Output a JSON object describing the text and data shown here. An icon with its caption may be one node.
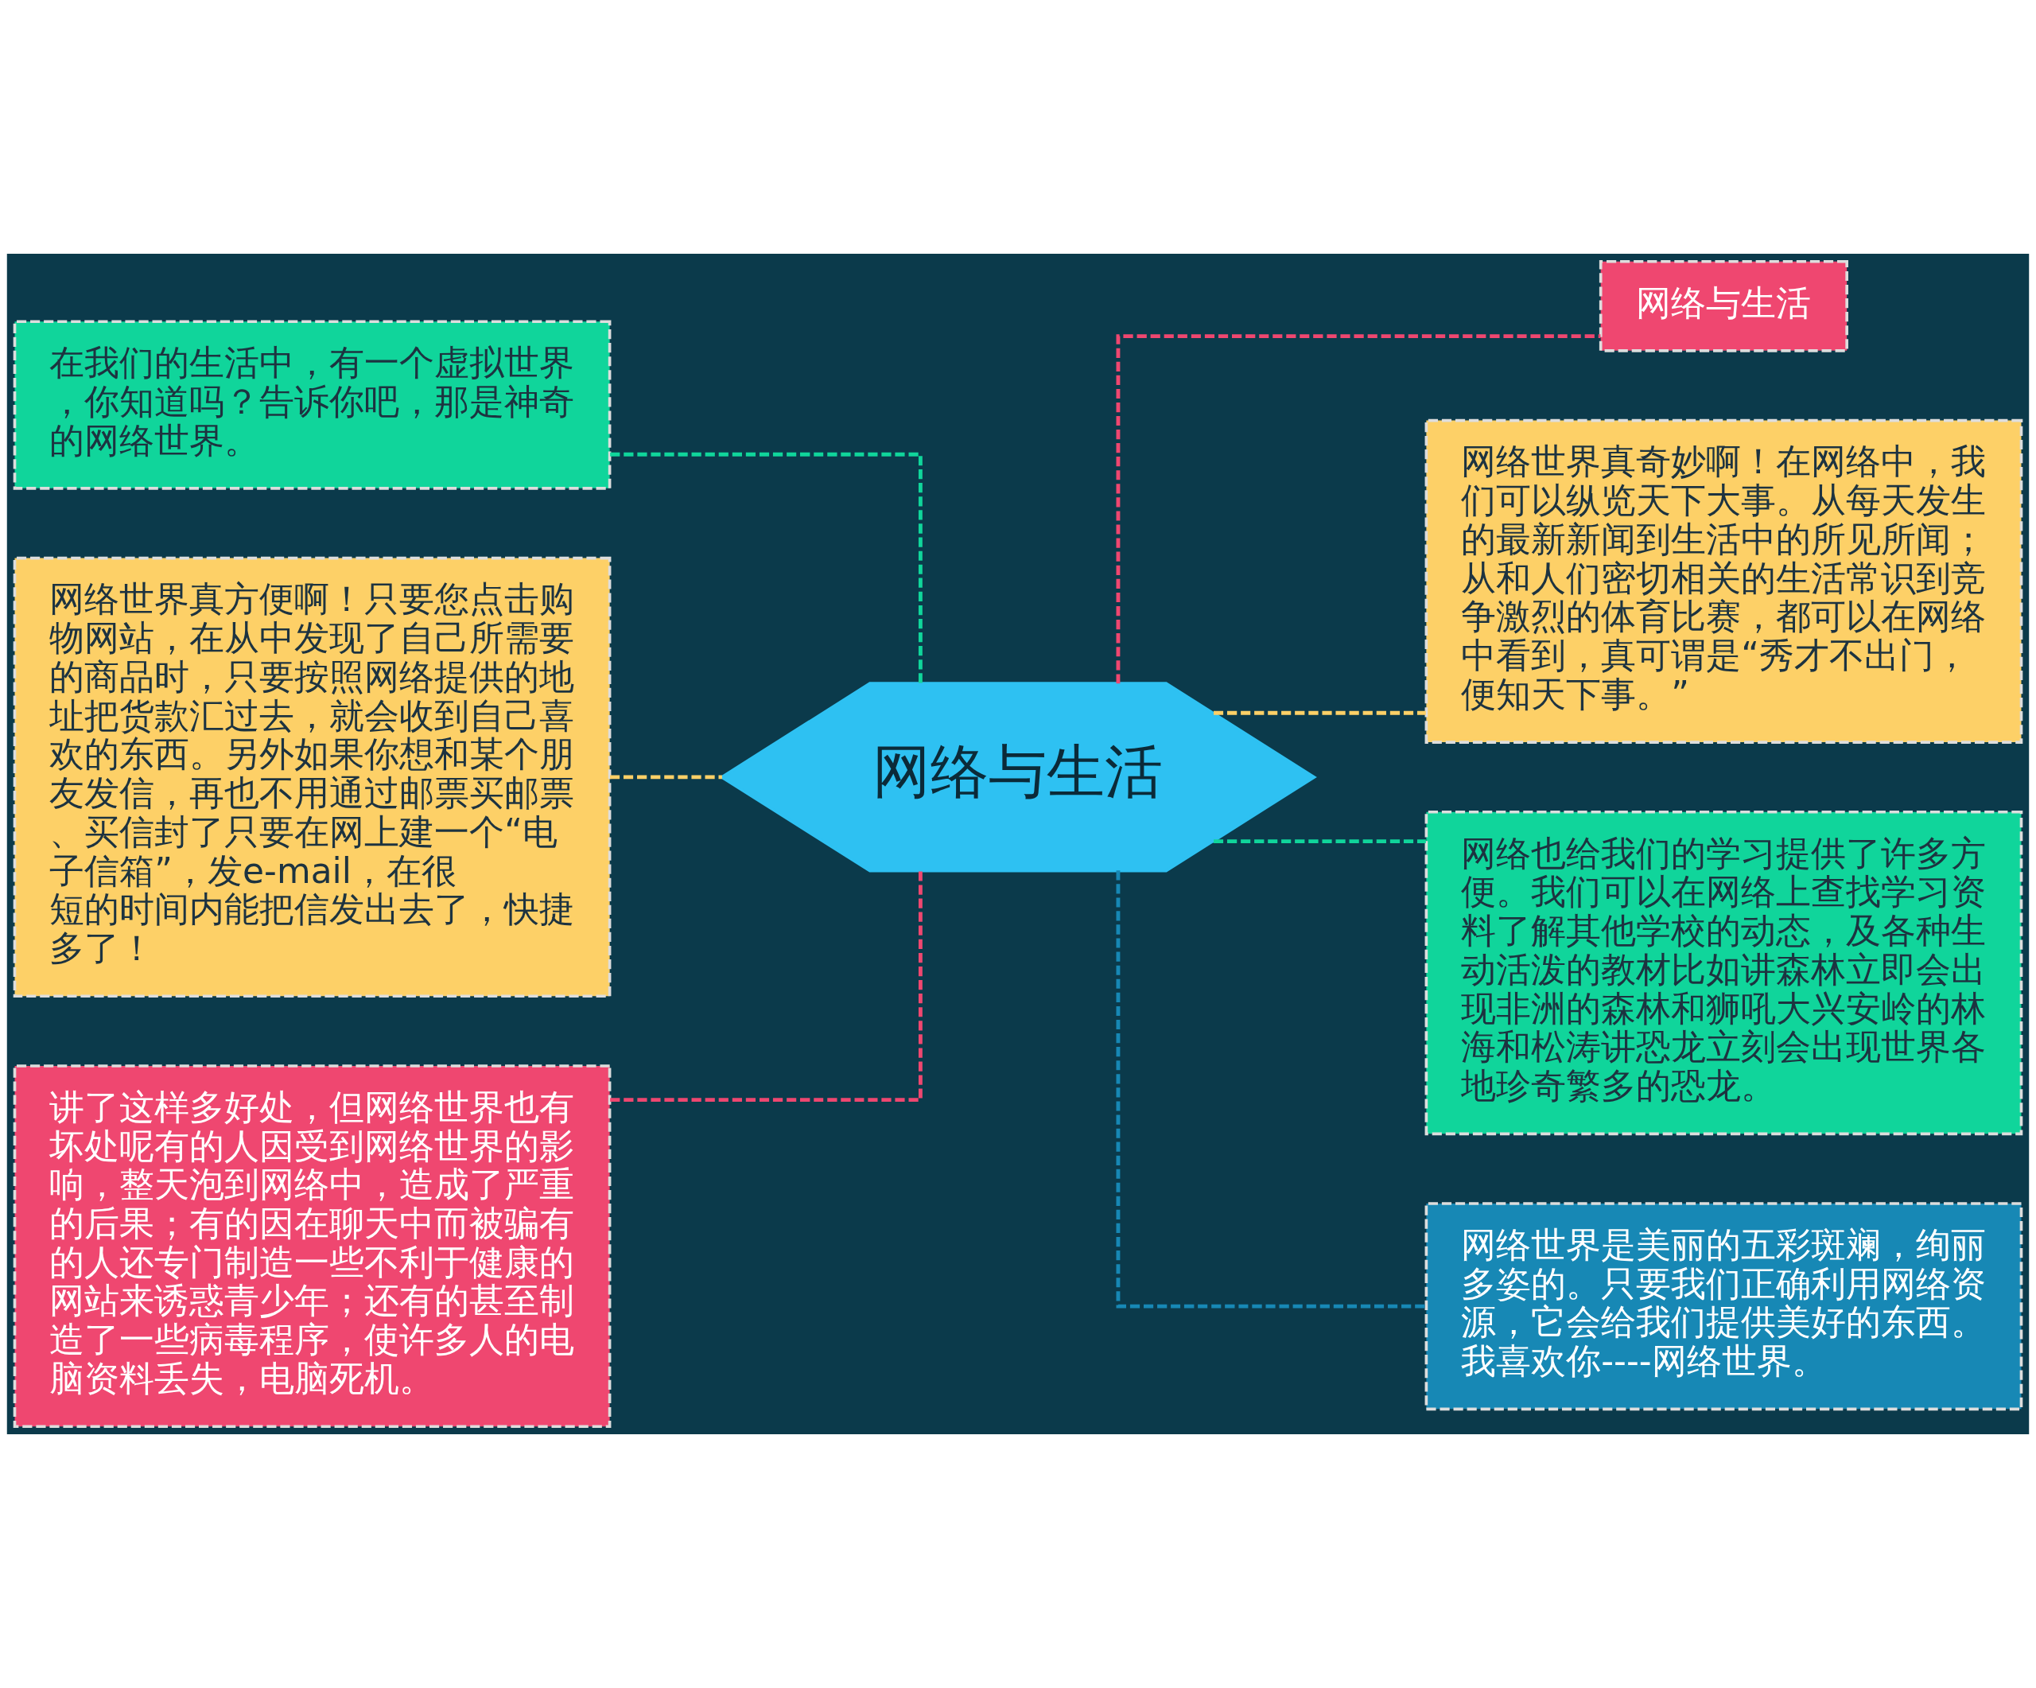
{
  "diagram": {
    "nodes": [
      {
        "text": [
          "网络与生活"
        ]
      },
      {
        "text": [
          "在我们的生活中，有一个虚拟世界，你知道吗？告诉你吧，那是神奇的网络世界。"
        ]
      },
      {
        "text": [
          "网络世界真方便啊！只要您点击购物网站，在从中发现了自己所需要的商品时，只要按照网络提供的地址把货款汇过去，就会收到自己喜欢的东西。另外如果你想和某个朋友发信，再也不用通过邮票买邮票、买信封了只要在网上建一个“电子信箱”，发e-mail，在很短的时间内能把信发出去了，快捷多了！"
        ]
      },
      {
        "text": [
          "讲了这样多好处，但网络世界也有坏处呢有的人因受到网络世界的影响，整天泡到网络中，造成了严重的后果；有的因在聊天中而被骗有的人还专门制造一些不利于健康的网站来诱惑青少年；还有的甚至制造了一些病毒程序，使许多人的电脑资料丢失，电脑死机。"
        ]
      },
      {
        "text": [
          "网络与生活"
        ]
      },
      {
        "text": [
          "网络世界真奇妙啊！在网络中，我们可以纵览天下大事。从每天发生的最新新闻到生活中的所见所闻；从和人们密切相关的生活常识到竞争激烈的体育比赛，都可以在网络中看到，真可谓是“秀才不出门，便知天下事。”"
        ]
      },
      {
        "text": [
          "网络也给我们的学习提供了许多方便。我们可以在网络上查找学习资料了解其他学校的动态，及各种生动活泼的教材比如讲森林立即会出现非洲的森林和狮吼大兴安岭的林海和松涛讲恐龙立刻会出现世界各地珍奇繁多的恐龙。"
        ]
      },
      {
        "text": [
          "网络世界是美丽的五彩斑斓，绚丽多姿的。只要我们正确利用网络资源，它会给我们提供美好的东西。我喜欢你----网络世界。"
        ]
      }
    ],
    "edges": [
      {
        "from": 0,
        "to": 1,
        "arrow": "none",
        "style": "dashed",
        "color": "#10d59b"
      },
      {
        "from": 0,
        "to": 2,
        "arrow": "none",
        "style": "dashed",
        "color": "#fdd067"
      },
      {
        "from": 0,
        "to": 3,
        "arrow": "none",
        "style": "dashed",
        "color": "#ef4770"
      },
      {
        "from": 0,
        "to": 4,
        "arrow": "none",
        "style": "dashed",
        "color": "#ef4770"
      },
      {
        "from": 0,
        "to": 5,
        "arrow": "none",
        "style": "dashed",
        "color": "#fdd067"
      },
      {
        "from": 0,
        "to": 6,
        "arrow": "none",
        "style": "dashed",
        "color": "#10d59b"
      },
      {
        "from": 0,
        "to": 7,
        "arrow": "none",
        "style": "dashed",
        "color": "#1788b5"
      }
    ]
  }
}
